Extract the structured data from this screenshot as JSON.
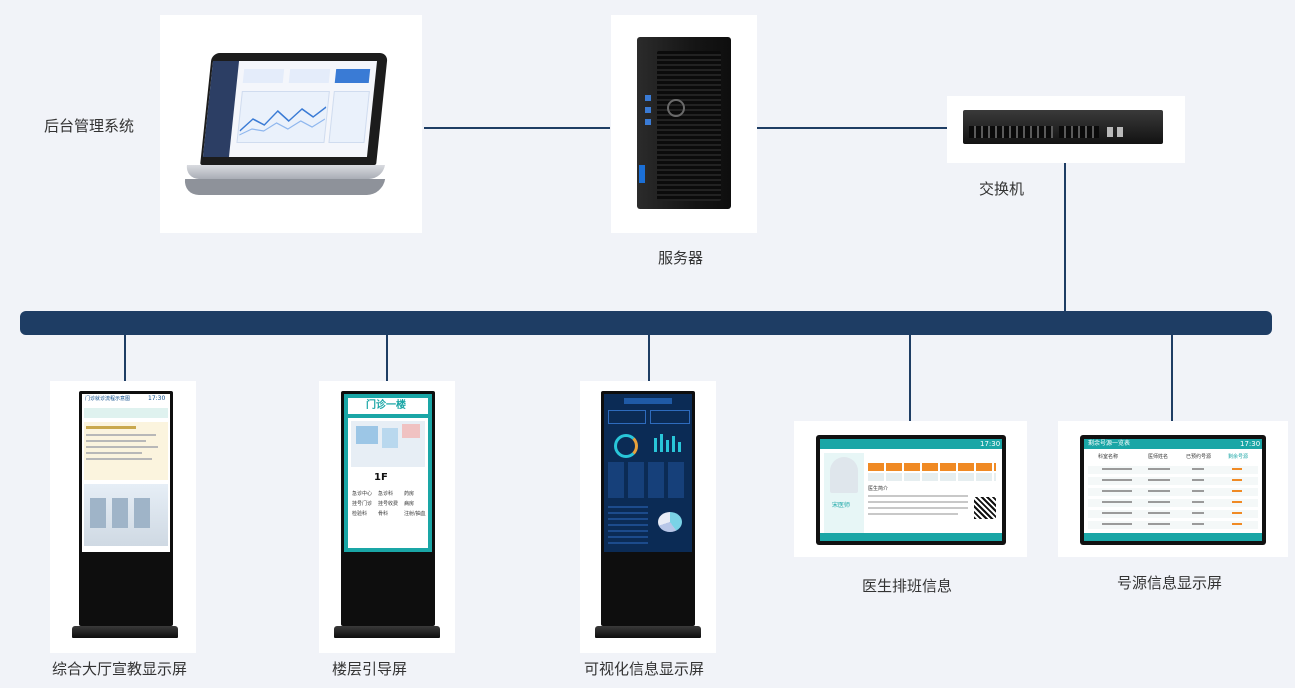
{
  "top_nodes": {
    "backend_label": "后台管理系统",
    "server_label": "服务器",
    "switch_label": "交换机"
  },
  "endpoints": [
    {
      "label": "综合大厅宣教显示屏"
    },
    {
      "label": "楼层引导屏"
    },
    {
      "label": "可视化信息显示屏"
    },
    {
      "label": "医生排班信息"
    },
    {
      "label": "号源信息显示屏"
    }
  ],
  "screen_texts": {
    "lobby_title": "门诊就诊流程示意图",
    "clock": "17:30",
    "floor_title": "门诊一楼",
    "floor_number": "1F",
    "floor_depts": [
      "急诊中心",
      "急诊科",
      "药房",
      "挂号门诊",
      "挂号收费",
      "病房",
      "检验科",
      "骨科",
      "注射/抽血"
    ],
    "schedule_doctor": "宋医师",
    "schedule_notice": "医生简介",
    "source_title": "剩余号源一览表",
    "source_headers": [
      "科室名称",
      "医师姓名",
      "已预约号源",
      "剩余号源"
    ]
  },
  "colors": {
    "line": "#1e3d64",
    "teal": "#1aa6a6",
    "dark_blue": "#0b2b55"
  },
  "icons": [
    "laptop-icon",
    "server-icon",
    "switch-icon",
    "kiosk-icon",
    "monitor-icon"
  ]
}
